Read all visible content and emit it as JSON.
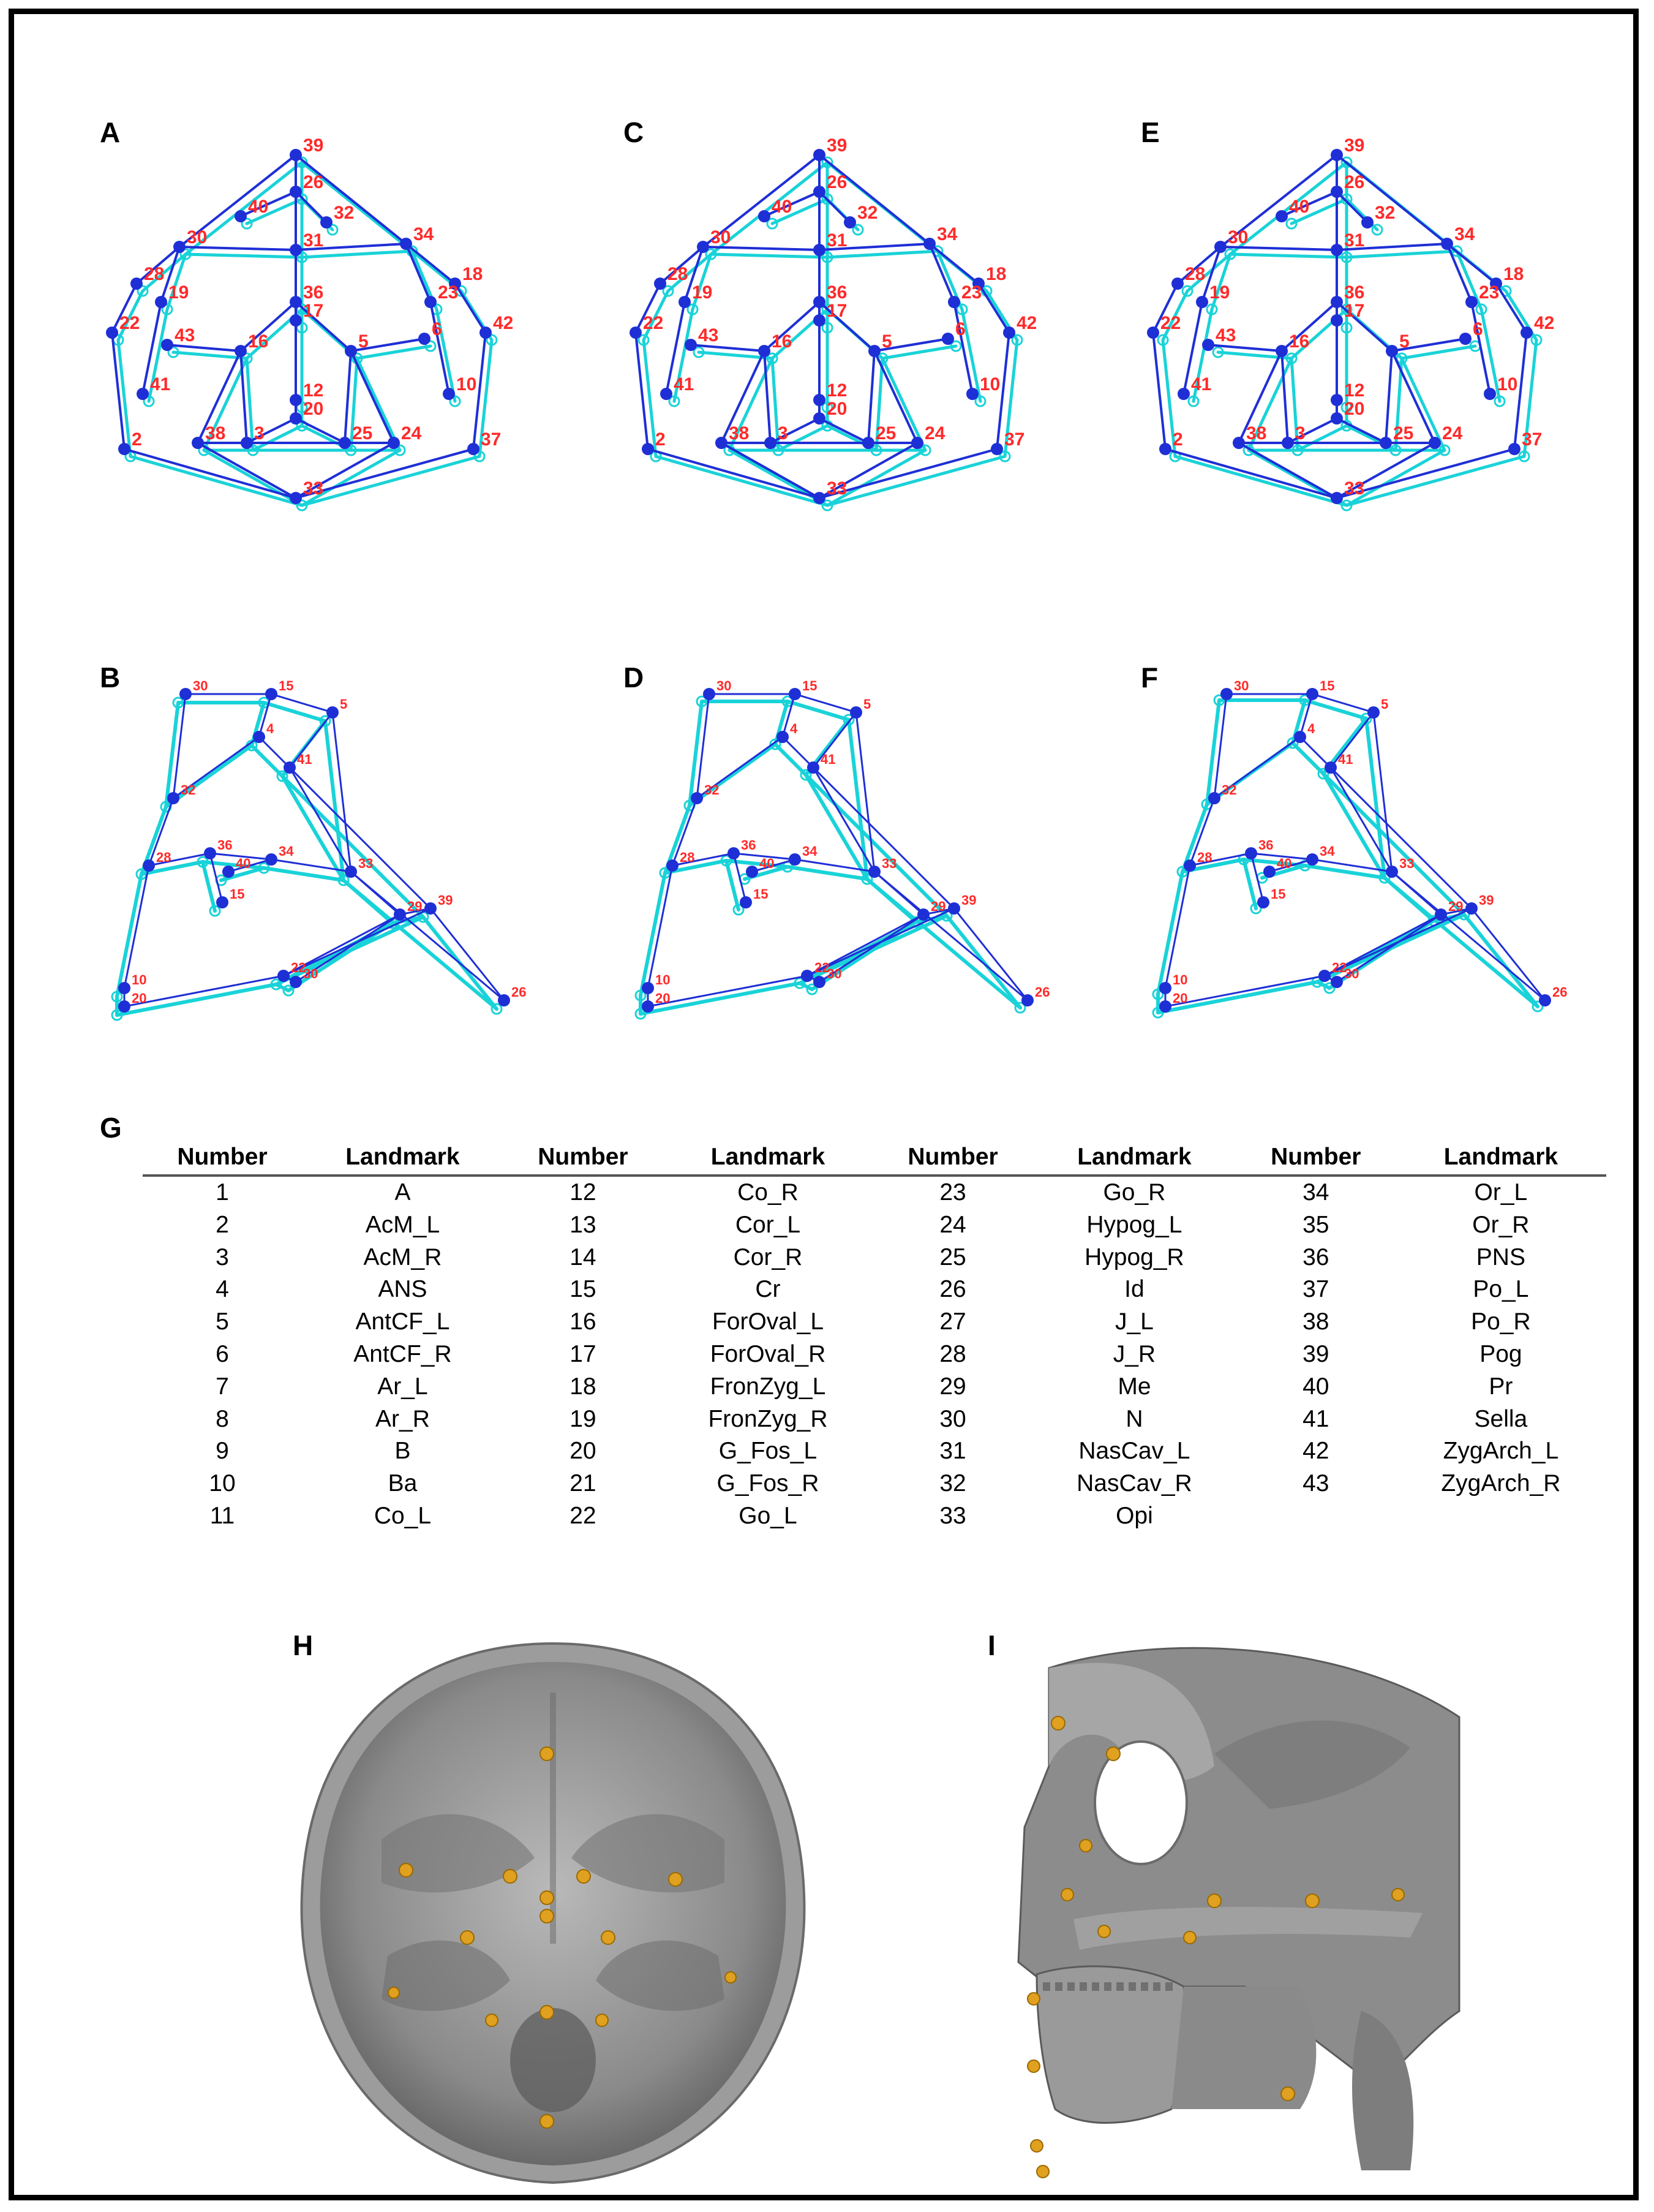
{
  "panels": {
    "A": "A",
    "B": "B",
    "C": "C",
    "D": "D",
    "E": "E",
    "F": "F",
    "G": "G",
    "H": "H",
    "I": "I"
  },
  "colors": {
    "dark_wire": "#1f2fd6",
    "light_wire": "#19d3d8",
    "label_red": "#ff2a2a",
    "border": "#000000"
  },
  "table": {
    "headers": [
      "Number",
      "Landmark",
      "Number",
      "Landmark",
      "Number",
      "Landmark",
      "Number",
      "Landmark"
    ],
    "rows": [
      [
        "1",
        "A",
        "12",
        "Co_R",
        "23",
        "Go_R",
        "34",
        "Or_L"
      ],
      [
        "2",
        "AcM_L",
        "13",
        "Cor_L",
        "24",
        "Hypog_L",
        "35",
        "Or_R"
      ],
      [
        "3",
        "AcM_R",
        "14",
        "Cor_R",
        "25",
        "Hypog_R",
        "36",
        "PNS"
      ],
      [
        "4",
        "ANS",
        "15",
        "Cr",
        "26",
        "Id",
        "37",
        "Po_L"
      ],
      [
        "5",
        "AntCF_L",
        "16",
        "ForOval_L",
        "27",
        "J_L",
        "38",
        "Po_R"
      ],
      [
        "6",
        "AntCF_R",
        "17",
        "ForOval_R",
        "28",
        "J_R",
        "39",
        "Pog"
      ],
      [
        "7",
        "Ar_L",
        "18",
        "FronZyg_L",
        "29",
        "Me",
        "40",
        "Pr"
      ],
      [
        "8",
        "Ar_R",
        "19",
        "FronZyg_R",
        "30",
        "N",
        "41",
        "Sella"
      ],
      [
        "9",
        "B",
        "20",
        "G_Fos_L",
        "31",
        "NasCav_L",
        "42",
        "ZygArch_L"
      ],
      [
        "10",
        "Ba",
        "21",
        "G_Fos_R",
        "32",
        "NasCav_R",
        "43",
        "ZygArch_R"
      ],
      [
        "11",
        "Co_L",
        "22",
        "Go_L",
        "33",
        "Opi",
        "",
        ""
      ]
    ]
  },
  "frontal_labels": [
    "39",
    "26",
    "40",
    "32",
    "31",
    "30",
    "34",
    "28",
    "18",
    "19",
    "23",
    "22",
    "42",
    "43",
    "6",
    "17",
    "36",
    "16",
    "5",
    "41",
    "10",
    "12",
    "20",
    "38",
    "3",
    "25",
    "24",
    "2",
    "37",
    "33"
  ],
  "lateral_labels": [
    "30",
    "15",
    "5",
    "41",
    "4",
    "32",
    "40",
    "28",
    "36",
    "34",
    "33",
    "29",
    "39",
    "26",
    "22",
    "20",
    "10"
  ]
}
